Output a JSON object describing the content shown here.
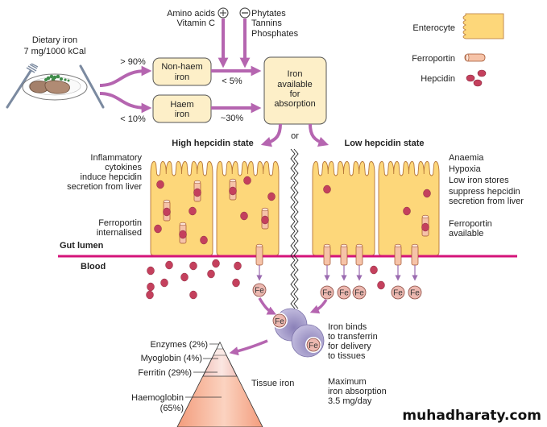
{
  "title": "Dietary iron absorption and regulation by hepcidin",
  "diet": {
    "label_line1": "Dietary iron",
    "label_line2": "7 mg/1000 kCal",
    "nonhaem_pct": "> 90%",
    "haem_pct": "< 10%"
  },
  "boxes": {
    "nonhaem_line1": "Non-haem",
    "nonhaem_line2": "iron",
    "haem_line1": "Haem",
    "haem_line2": "iron",
    "available_lines": [
      "Iron",
      "available",
      "for",
      "absorption"
    ]
  },
  "absorption": {
    "nonhaem_rate": "< 5%",
    "haem_rate": "~30%"
  },
  "enhancers": {
    "symbol": "+",
    "items": [
      "Amino acids",
      "Vitamin C"
    ]
  },
  "inhibitors": {
    "symbol": "−",
    "items": [
      "Phytates",
      "Tannins",
      "Phosphates"
    ]
  },
  "legend": {
    "enterocyte": "Enterocyte",
    "ferroportin": "Ferroportin",
    "hepcidin": "Hepcidin"
  },
  "states": {
    "or_label": "or",
    "high": {
      "title": "High hepcidin state",
      "cause_lines": [
        "Inflammatory",
        "cytokines",
        "induce hepcidin",
        "secretion from liver"
      ],
      "effect_lines": [
        "Ferroportin",
        "internalised"
      ]
    },
    "low": {
      "title": "Low hepcidin state",
      "cause_lines": [
        "Anaemia",
        "Hypoxia",
        "Low iron stores",
        "suppress hepcidin",
        "secretion from liver"
      ],
      "effect_lines": [
        "Ferroportin",
        "available"
      ]
    }
  },
  "compartments": {
    "gut_lumen": "Gut lumen",
    "blood": "Blood"
  },
  "iron_symbol": "Fe",
  "transferrin": {
    "lines": [
      "Iron binds",
      "to transferrin",
      "for delivery",
      "to tissues"
    ]
  },
  "tissue_iron": {
    "label": "Tissue iron",
    "components": [
      {
        "name": "Enzymes",
        "percent": 2,
        "label": "Enzymes (2%)"
      },
      {
        "name": "Myoglobin",
        "percent": 4,
        "label": "Myoglobin (4%)"
      },
      {
        "name": "Ferritin",
        "percent": 29,
        "label": "Ferritin (29%)"
      },
      {
        "name": "Haemoglobin",
        "percent": 65,
        "label_line1": "Haemoglobin",
        "label_line2": "(65%)"
      }
    ]
  },
  "max_absorption": {
    "lines": [
      "Maximum",
      "iron absorption",
      "3.5 mg/day"
    ]
  },
  "watermark": "muhadharaty.com",
  "colors": {
    "arrow": "#b565b0",
    "membrane": "#d4147a",
    "cell_fill": "#fdd77a",
    "cell_stroke": "#b5763a",
    "hepcidin": "#c4405d",
    "ferroportin": "#f6c3a8",
    "box_fill": "#fdefc8",
    "transferrin": "#b6afd4",
    "fe_fill": "#ecb8b0"
  }
}
